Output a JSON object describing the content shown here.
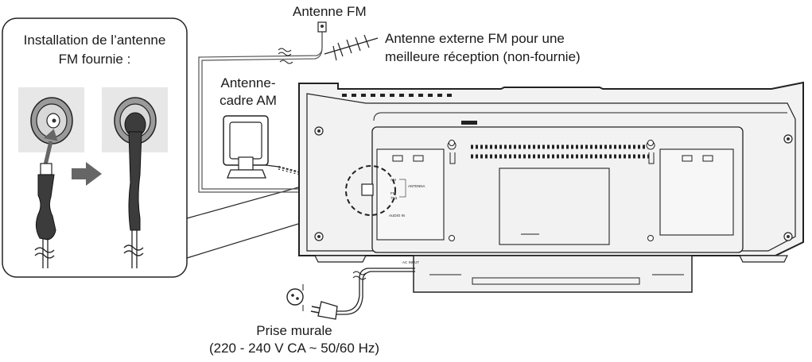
{
  "inset": {
    "title_line1": "Installation de l’antenne",
    "title_line2": "FM fournie :"
  },
  "labels": {
    "fm_antenna": "Antenne FM",
    "ext_fm_line1": "Antenne externe FM pour une",
    "ext_fm_line2": "meilleure réception (non-fournie)",
    "am_line1": "Antenne-",
    "am_line2": "cadre AM",
    "outlet_line1": "Prise murale",
    "outlet_line2": "(220 - 240 V CA ~ 50/60 Hz)"
  },
  "panel": {
    "am": "AM",
    "antenna": "ANTENNA",
    "fm": "FM",
    "fm_ohm": "75Ω",
    "audio_in": "AUDIO IN",
    "ac_input": "AC INPUT"
  },
  "colors": {
    "line": "#222222",
    "cable": "#555555",
    "inset_bg": "#e7e7e7",
    "unit_fill": "#f2f2f2",
    "arrow": "#666666"
  }
}
